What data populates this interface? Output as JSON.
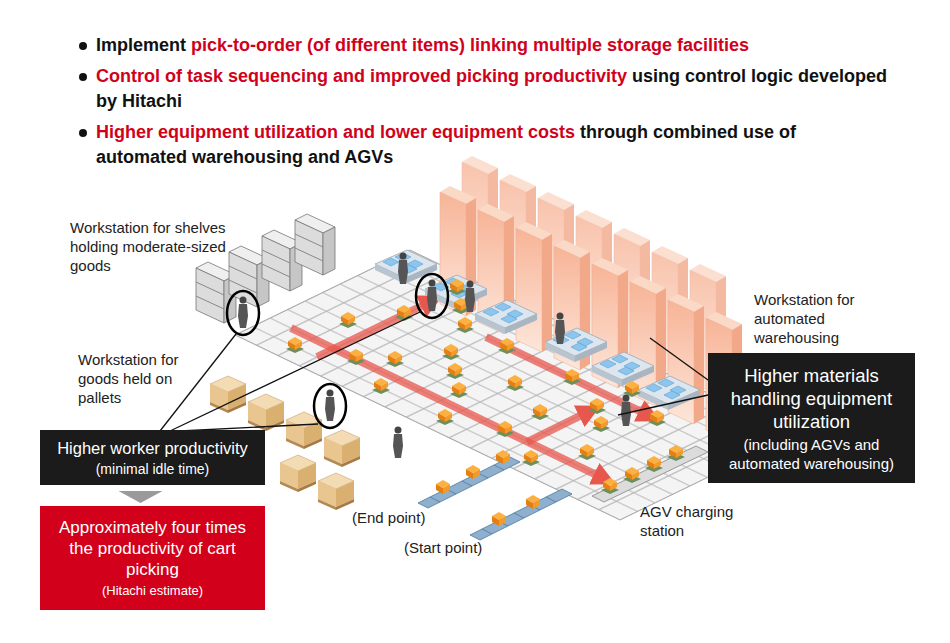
{
  "diagram": {
    "nodes": [
      {
        "text": [
          "Higher worker productivity",
          "(minimal idle time)"
        ]
      },
      {
        "text": [
          "Approximately four times the productivity of cart picking",
          "(Hitachi estimate)"
        ]
      },
      {
        "text": [
          "Higher materials handling equipment utilization",
          "(including AGVs and automated warehousing)"
        ]
      }
    ],
    "edges": [
      {
        "from": 0,
        "to": 1,
        "arrow": "to"
      }
    ],
    "labels": [
      "Implement",
      "pick-to-order (of different items) linking multiple storage facilities",
      "Control of task sequencing and improved picking productivity",
      "using control logic developed by Hitachi",
      "Higher equipment utilization and lower equipment costs",
      "through combined use of automated warehousing and AGVs",
      "Workstation for shelves holding moderate-sized goods",
      "Workstation for automated warehousing",
      "Workstation for goods held on pallets",
      "(End point)",
      "AGV charging station",
      "(Start point)"
    ]
  }
}
